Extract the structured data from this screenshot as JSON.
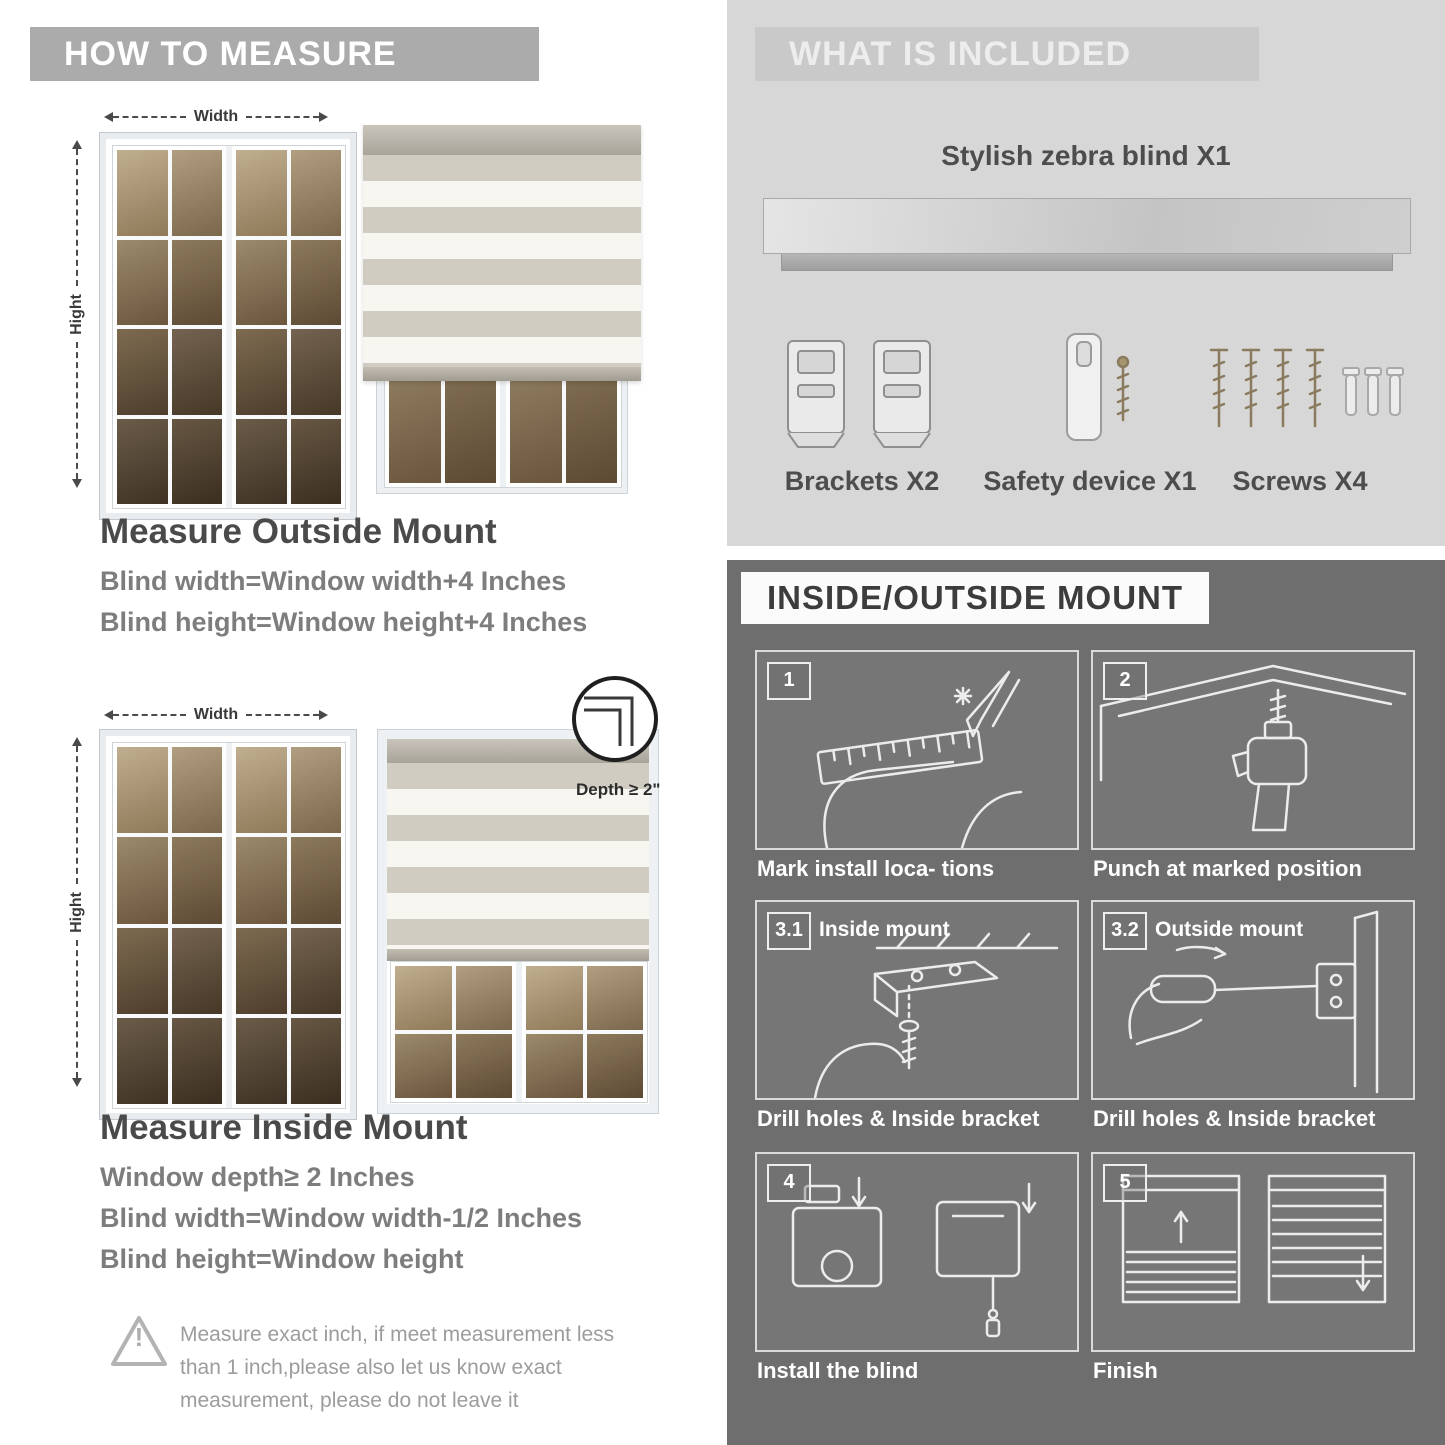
{
  "colors": {
    "banner_gray": "#ababab",
    "light_section": "#d7d7d7",
    "dark_section": "#6e6e6e"
  },
  "left": {
    "header": "HOW TO MEASURE",
    "outside": {
      "width_label": "Width",
      "height_label": "Hight",
      "title": "Measure Outside Mount",
      "line1": "Blind width=Window width+4 Inches",
      "line2": "Blind height=Window height+4 Inches"
    },
    "inside": {
      "width_label": "Width",
      "height_label": "Hight",
      "depth_label": "Depth ≥ 2\"",
      "title": "Measure Inside Mount",
      "line1": "Window depth≥ 2 Inches",
      "line2": "Blind width=Window width-1/2 Inches",
      "line3": "Blind height=Window height"
    },
    "note": {
      "icon": "!",
      "line1": "Measure exact inch, if meet measurement less",
      "line2": "than 1 inch,please also let us know exact",
      "line3": "measurement, please do not leave it"
    }
  },
  "included": {
    "header": "WHAT IS INCLUDED",
    "blind_label": "Stylish zebra blind X1",
    "items": [
      {
        "label": "Brackets X2"
      },
      {
        "label": "Safety device X1"
      },
      {
        "label": "Screws X4"
      }
    ]
  },
  "mount": {
    "header": "INSIDE/OUTSIDE MOUNT",
    "steps": [
      {
        "num": "1",
        "caption": "Mark install loca- tions"
      },
      {
        "num": "2",
        "caption": "Punch at marked position"
      },
      {
        "num": "3.1",
        "label": "Inside mount",
        "caption": "Drill holes & Inside bracket"
      },
      {
        "num": "3.2",
        "label": "Outside mount",
        "caption": "Drill holes & Inside bracket"
      },
      {
        "num": "4",
        "caption": "Install the blind"
      },
      {
        "num": "5",
        "caption": "Finish"
      }
    ]
  }
}
